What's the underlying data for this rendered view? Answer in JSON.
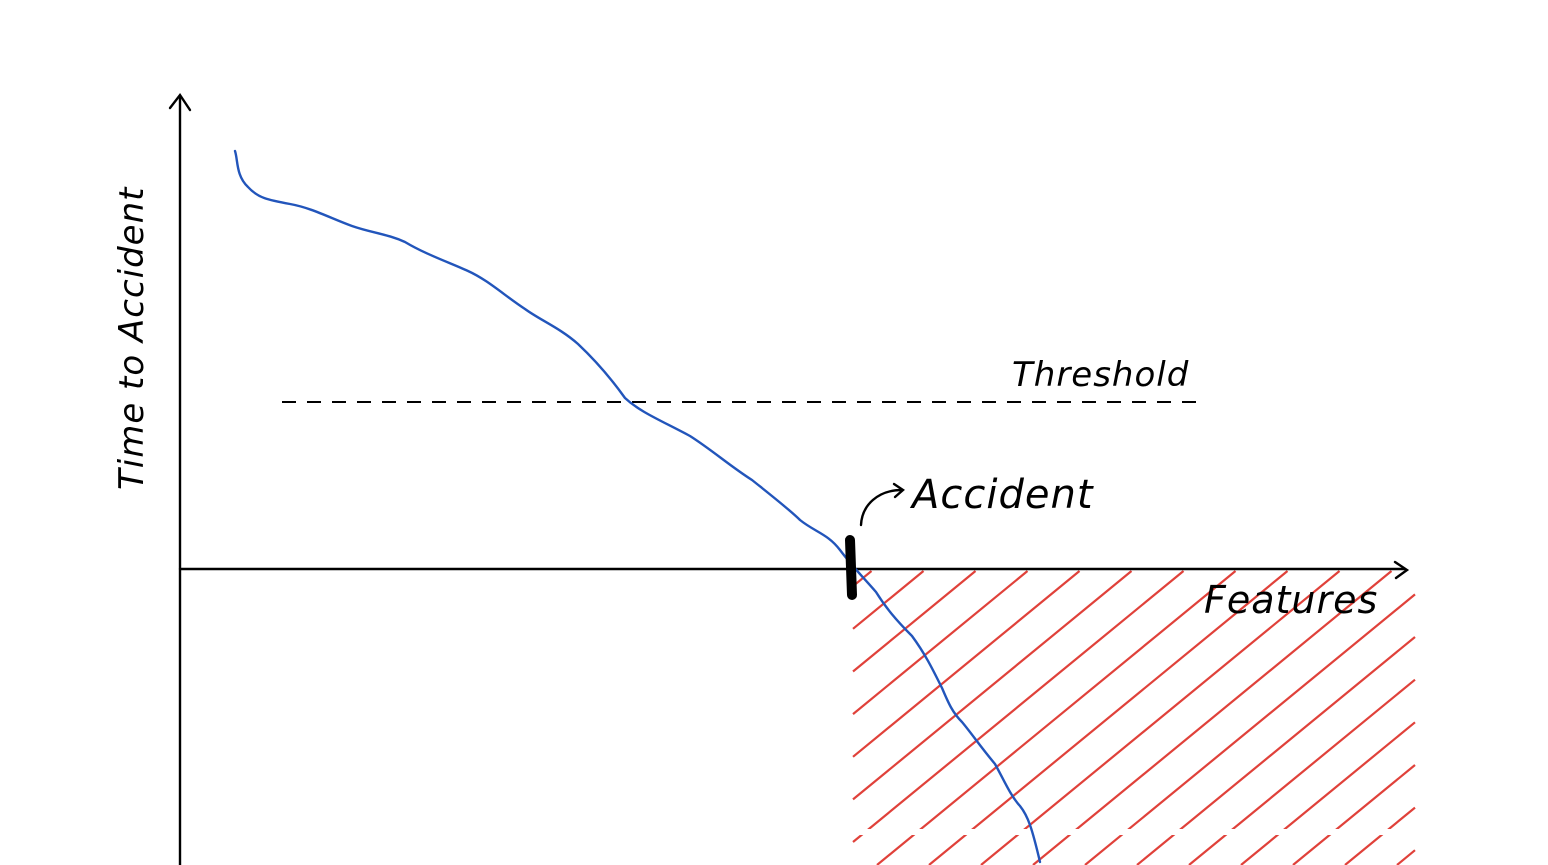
{
  "diagram": {
    "y_axis_label": "Time to Accident",
    "x_axis_label": "Features",
    "threshold_label": "Threshold",
    "accident_label": "Accident",
    "colors": {
      "axes": "#000000",
      "curve": "#2255bb",
      "hatch": "#e0413a",
      "threshold": "#000000",
      "marker": "#000000"
    }
  }
}
